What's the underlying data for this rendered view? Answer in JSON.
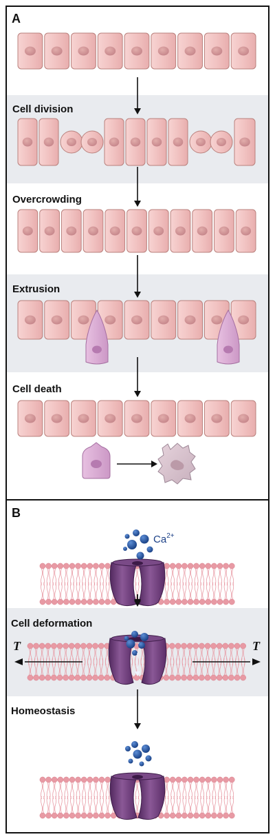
{
  "panel_a": {
    "letter": "A",
    "stages": [
      {
        "label": ""
      },
      {
        "label": "Cell division"
      },
      {
        "label": "Overcrowding"
      },
      {
        "label": "Extrusion"
      },
      {
        "label": "Cell death"
      }
    ]
  },
  "panel_b": {
    "letter": "B",
    "ion": {
      "symbol": "Ca",
      "charge": "2+"
    },
    "stages": [
      {
        "label": ""
      },
      {
        "label": "Cell deformation"
      },
      {
        "label": "Homeostasis"
      }
    ],
    "tension_label": "T"
  },
  "colors": {
    "cell_fill": "#f3c6c6",
    "cell_edge": "#b9807c",
    "nucleus": "#d69a98",
    "extruded_cell": "#dcb0d6",
    "band": "#e9ebef",
    "channel": "#6f3e7c",
    "calcium": "#1d4a96",
    "lipid": "#e89aa4"
  }
}
